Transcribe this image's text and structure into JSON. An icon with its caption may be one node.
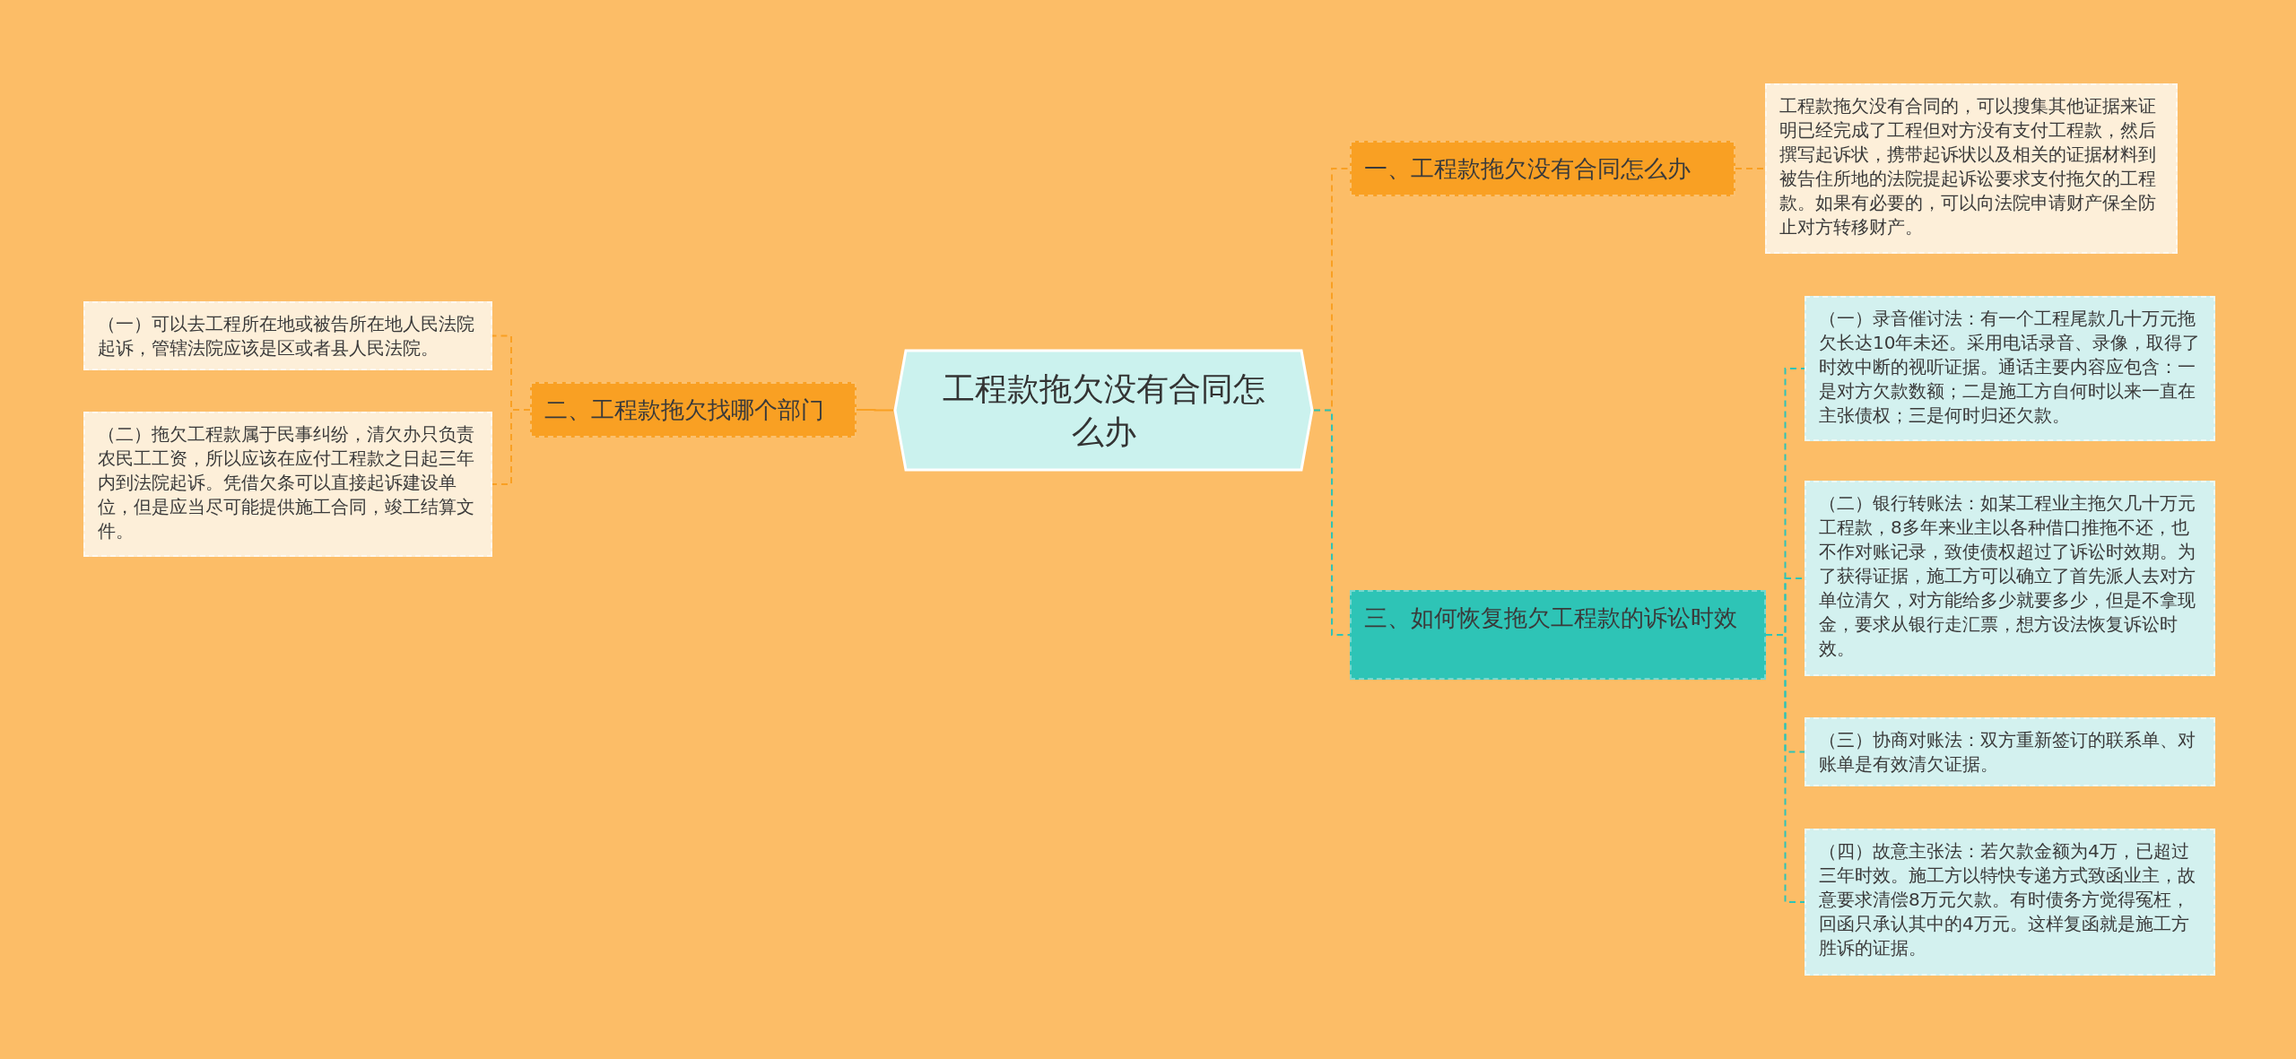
{
  "diagram": {
    "nodes": [
      {
        "text": [
          "工程款拖欠没有合同怎么办"
        ]
      },
      {
        "text": [
          "一、工程款拖欠没有合同怎么办"
        ]
      },
      {
        "text": [
          "工程款拖欠没有合同的，可以搜集其他证据来证明已经完成了工程但对方没有支付工程款，然后撰写起诉状，携带起诉状以及相关的证据材料到被告住所地的法院提起诉讼要求支付拖欠的工程款。如果有必要的，可以向法院申请财产保全防止对方转移财产。"
        ]
      },
      {
        "text": [
          "二、工程款拖欠找哪个部门"
        ]
      },
      {
        "text": [
          "（一）可以去工程所在地或被告所在地人民法院起诉，管辖法院应该是区或者县人民法院。"
        ]
      },
      {
        "text": [
          "（二）拖欠工程款属于民事纠纷，清欠办只负责农民工工资，所以应该在应付工程款之日起三年内到法院起诉。凭借欠条可以直接起诉建设单位，但是应当尽可能提供施工合同，竣工结算文件。"
        ]
      },
      {
        "text": [
          "三、如何恢复拖欠工程款的诉讼时效"
        ]
      },
      {
        "text": [
          "（一）录音催讨法：有一个工程尾款几十万元拖欠长达10年未还。采用电话录音、录像，取得了时效中断的视听证据。通话主要内容应包含：一是对方欠款数额；二是施工方自何时以来一直在主张债权；三是何时归还欠款。"
        ]
      },
      {
        "text": [
          "（二）银行转账法：如某工程业主拖欠几十万元工程款，8多年来业主以各种借口推拖不还，也不作对账记录，致使债权超过了诉讼时效期。为了获得证据，施工方可以确立了首先派人去对方单位清欠，对方能给多少就要多少，但是不拿现金，要求从银行走汇票，想方设法恢复诉讼时效。"
        ]
      },
      {
        "text": [
          "（三）协商对账法：双方重新签订的联系单、对账单是有效清欠证据。"
        ]
      },
      {
        "text": [
          "（四）故意主张法：若欠款金额为4万，已超过三年时效。施工方以特快专递方式致函业主，故意要求清偿8万元欠款。有时债务方觉得冤枉，回函只承认其中的4万元。这样复函就是施工方胜诉的证据。"
        ]
      }
    ],
    "edges": [
      {
        "from": 0,
        "to": 1,
        "arrow": "none",
        "style": "dashed"
      },
      {
        "from": 1,
        "to": 2,
        "arrow": "none",
        "style": "dashed"
      },
      {
        "from": 0,
        "to": 3,
        "arrow": "none"
      },
      {
        "from": 3,
        "to": 4,
        "arrow": "none",
        "style": "dashed"
      },
      {
        "from": 3,
        "to": 5,
        "arrow": "none",
        "style": "dashed"
      },
      {
        "from": 0,
        "to": 6,
        "arrow": "none",
        "style": "dashed",
        "color": "#2ec4b6"
      },
      {
        "from": 6,
        "to": 7,
        "arrow": "none",
        "style": "dashed",
        "color": "#2ec4b6"
      },
      {
        "from": 6,
        "to": 8,
        "arrow": "none",
        "style": "dashed",
        "color": "#2ec4b6"
      },
      {
        "from": 6,
        "to": 9,
        "arrow": "none",
        "style": "dashed",
        "color": "#2ec4b6"
      },
      {
        "from": 6,
        "to": 10,
        "arrow": "none",
        "style": "dashed",
        "color": "#2ec4b6"
      }
    ]
  }
}
